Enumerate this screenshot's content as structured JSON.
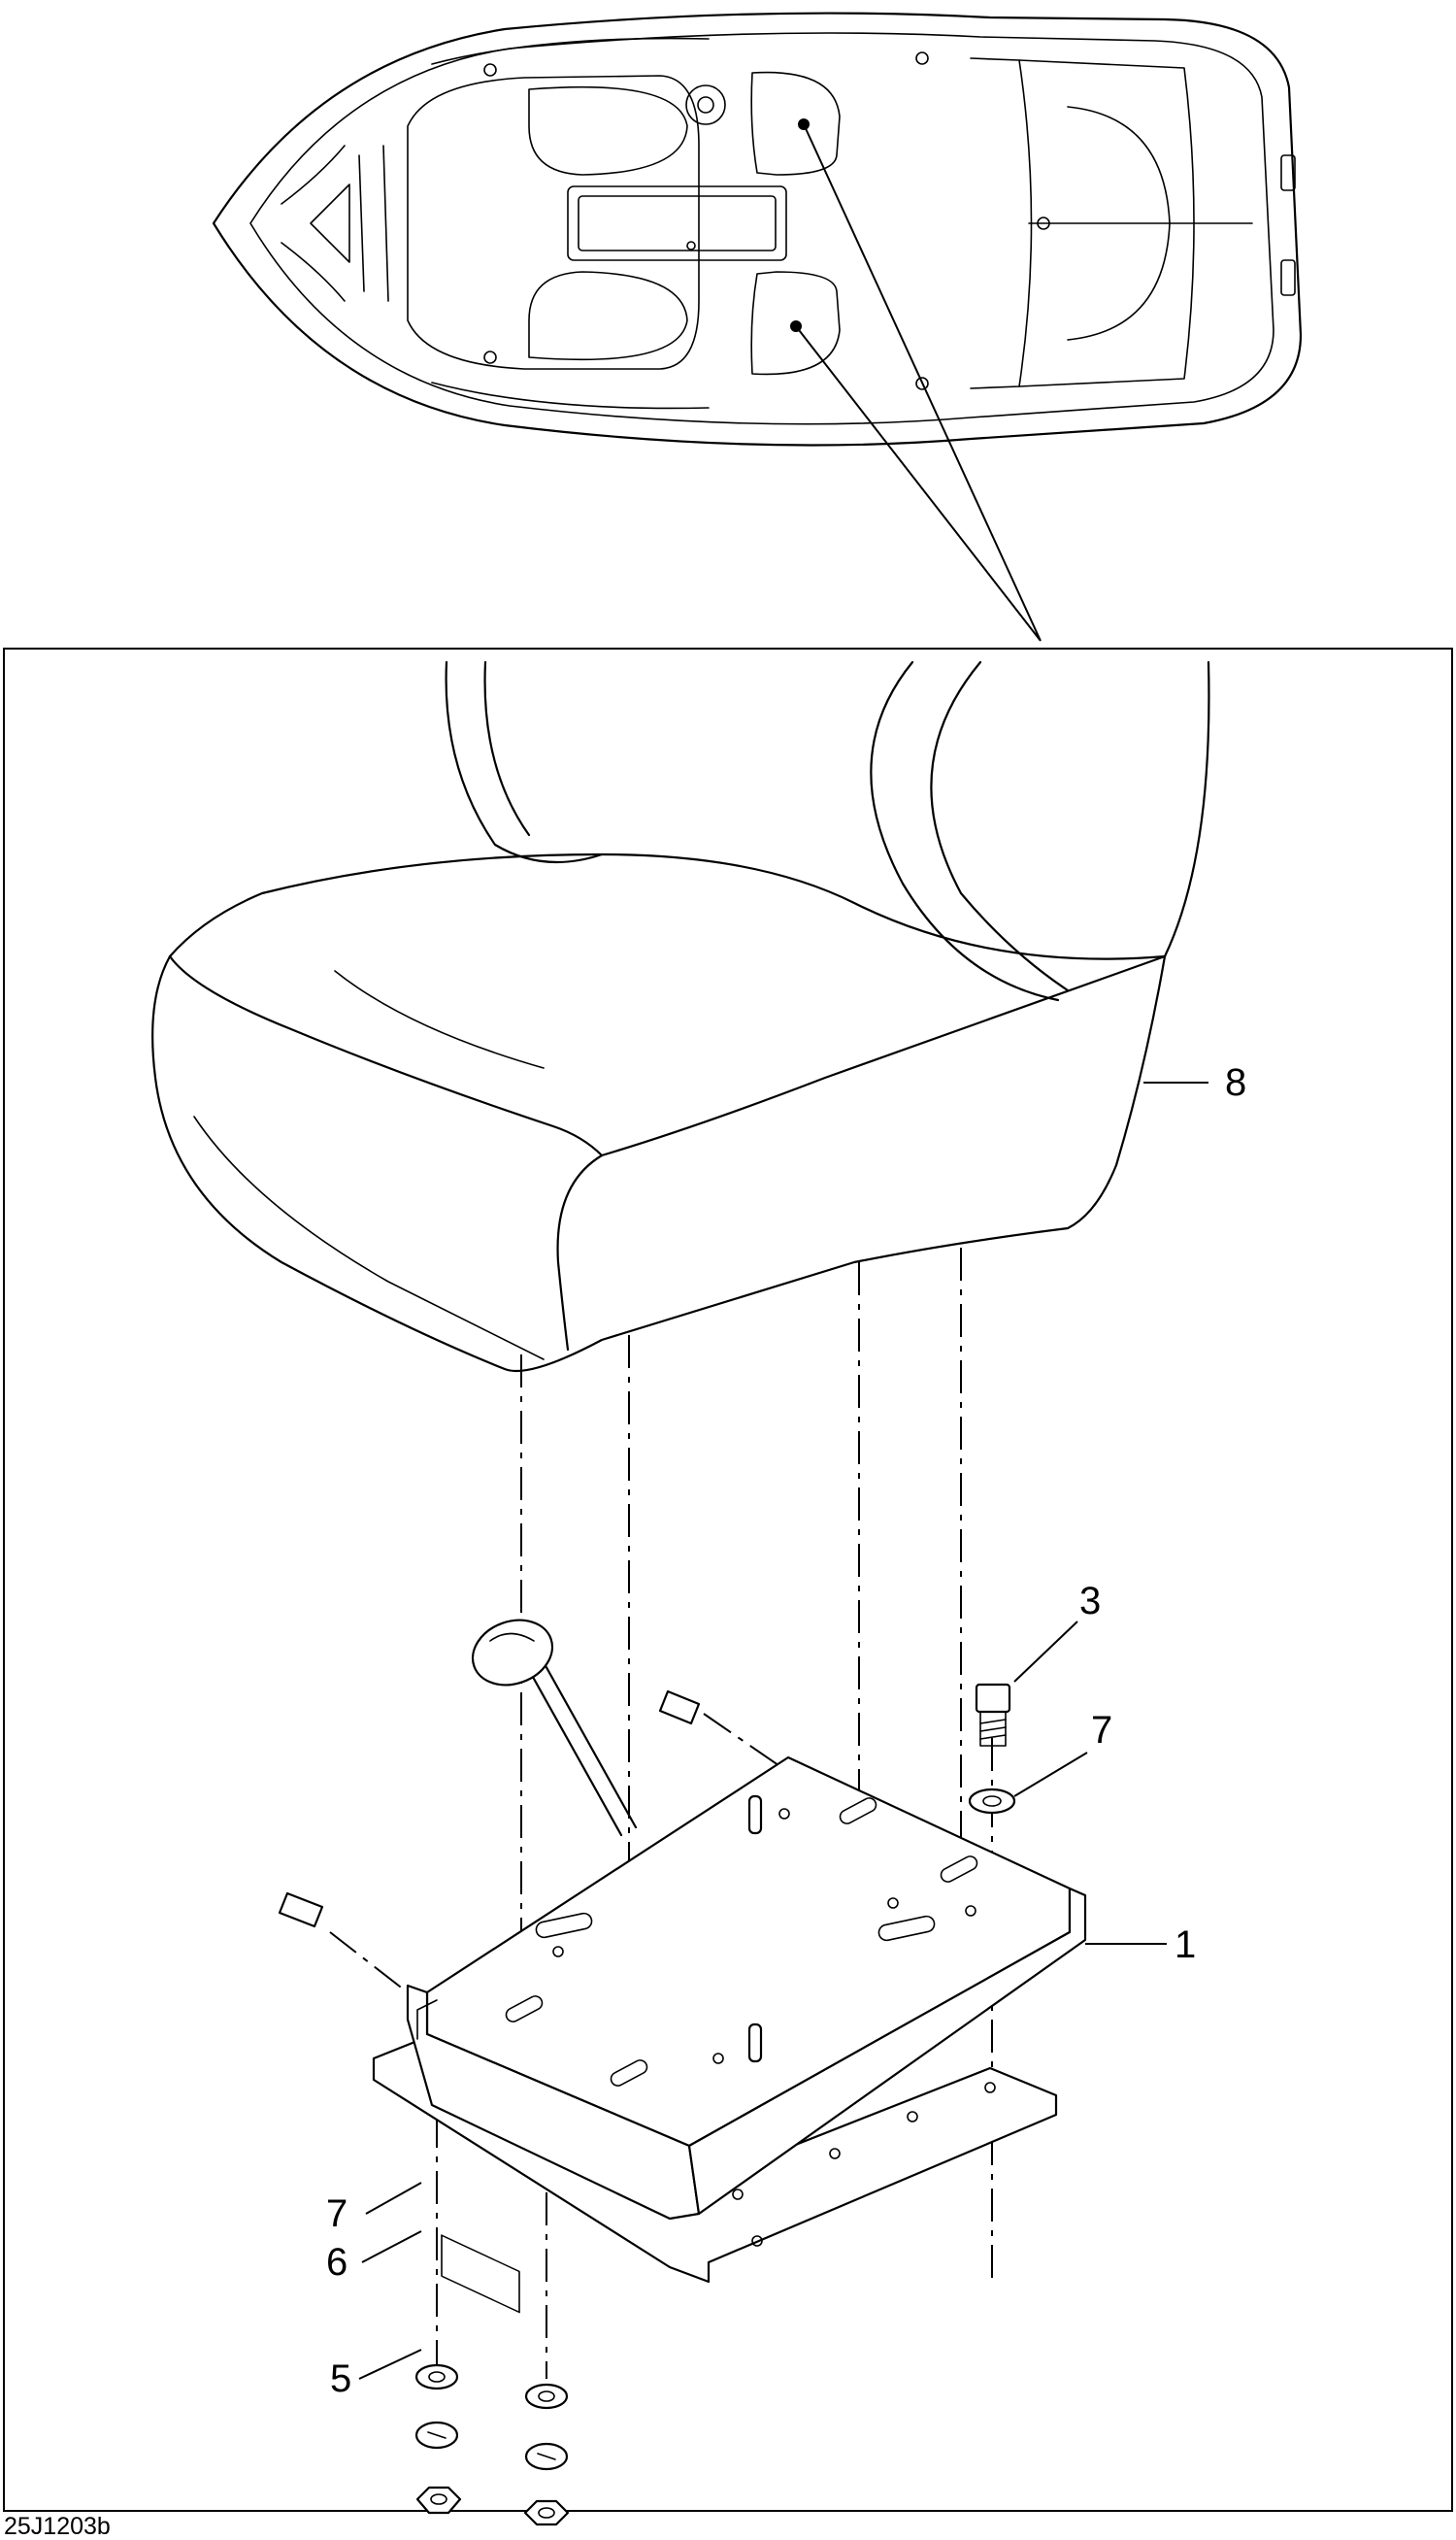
{
  "figure": {
    "code": "25J1203b"
  },
  "callouts": [
    {
      "id": "seat",
      "label": "8"
    },
    {
      "id": "bolt",
      "label": "3"
    },
    {
      "id": "washer-top",
      "label": "7"
    },
    {
      "id": "seat-base",
      "label": "1"
    },
    {
      "id": "washer-bottom",
      "label": "7"
    },
    {
      "id": "lock-washer",
      "label": "6"
    },
    {
      "id": "nut",
      "label": "5"
    }
  ]
}
